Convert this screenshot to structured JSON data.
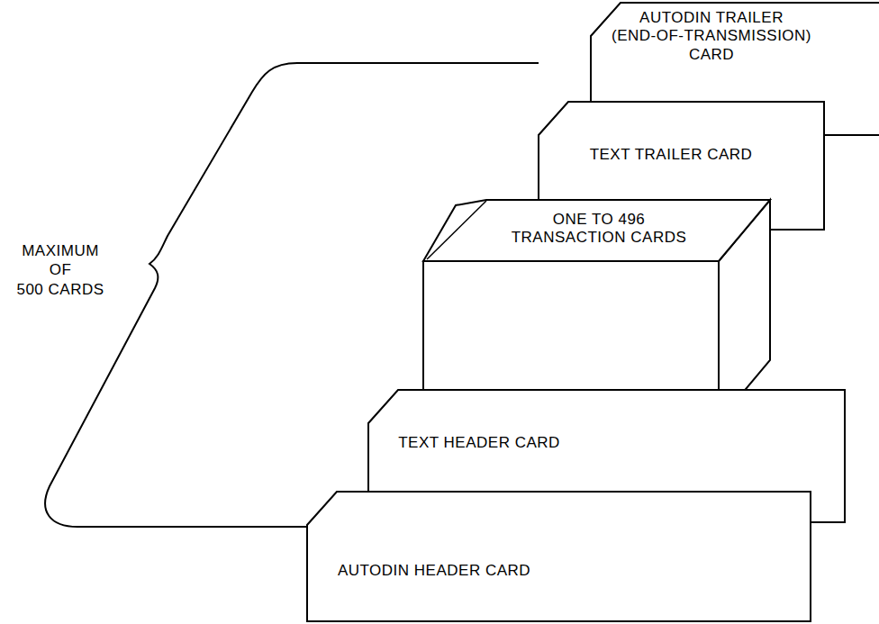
{
  "diagram": {
    "nodes": [
      {
        "text": [
          "AUTODIN TRAILER (END-OF-TRANSMISSION) CARD"
        ]
      },
      {
        "text": [
          "TEXT TRAILER CARD"
        ]
      },
      {
        "text": [
          "ONE TO 496 TRANSACTION CARDS"
        ]
      },
      {
        "text": [
          "TEXT HEADER CARD"
        ]
      },
      {
        "text": [
          "AUTODIN HEADER CARD"
        ]
      }
    ],
    "labels": [
      "MAXIMUM OF 500 CARDS"
    ]
  }
}
